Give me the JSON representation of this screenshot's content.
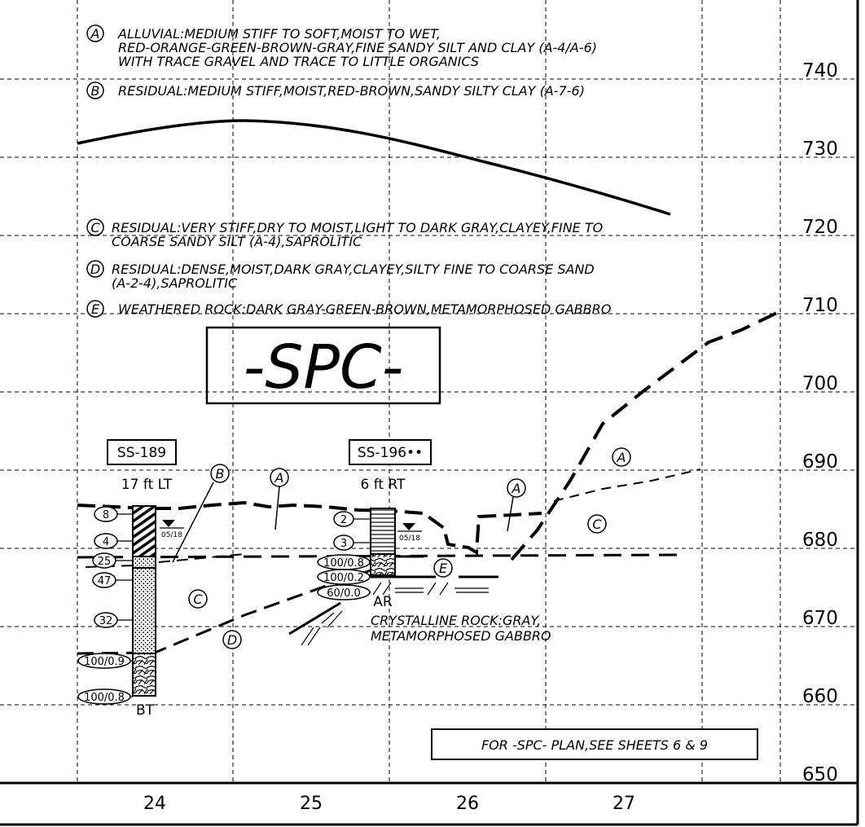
{
  "legend": [
    {
      "letter": "A",
      "lines": [
        "ALLUVIAL:MEDIUM STIFF TO SOFT,MOIST TO WET,",
        "RED-ORANGE-GREEN-BROWN-GRAY,FINE SANDY SILT AND CLAY (A-4/A-6)",
        "WITH TRACE GRAVEL AND TRACE TO LITTLE ORGANICS"
      ]
    },
    {
      "letter": "B",
      "lines": [
        "RESIDUAL:MEDIUM STIFF,MOIST,RED-BROWN,SANDY SILTY CLAY (A-7-6)"
      ]
    },
    {
      "letter": "C",
      "lines": [
        "RESIDUAL:VERY STIFF,DRY TO MOIST,LIGHT TO DARK GRAY,CLAYEY,FINE TO",
        "COARSE SANDY SILT (A-4),SAPROLITIC"
      ]
    },
    {
      "letter": "D",
      "lines": [
        "RESIDUAL:DENSE,MOIST,DARK GRAY,CLAYEY,SILTY FINE TO COARSE SAND",
        "(A-2-4),SAPROLITIC"
      ]
    },
    {
      "letter": "E",
      "lines": [
        "WEATHERED ROCK:DARK GRAY-GREEN-BROWN,METAMORPHOSED GABBRO"
      ]
    }
  ],
  "title_box": "-SPC-",
  "elevations": [
    "740",
    "730",
    "720",
    "710",
    "700",
    "690",
    "680",
    "670",
    "660",
    "650"
  ],
  "stations": [
    "24",
    "25",
    "26",
    "27"
  ],
  "borings": [
    {
      "id": "SS-189",
      "offset": "17 ft LT",
      "water_date": "05/18",
      "bottom_label": "BT",
      "blows": [
        "8",
        "4",
        "25",
        "47",
        "32",
        "100/0.9",
        "100/0.8"
      ]
    },
    {
      "id": "SS-196••",
      "offset": "6 ft RT",
      "water_date": "05/18",
      "bottom_label": "AR",
      "blows": [
        "2",
        "3",
        "100/0.8",
        "100/0.2",
        "60/0.0"
      ]
    }
  ],
  "section_callouts": [
    "A",
    "A",
    "A",
    "B",
    "C",
    "C",
    "D",
    "E",
    "E"
  ],
  "rock_note": [
    "CRYSTALLINE ROCK:GRAY,",
    "METAMORPHOSED GABBRO"
  ],
  "plan_note": "FOR -SPC- PLAN,SEE SHEETS 6 & 9",
  "line_color": "#000000",
  "background_color": "#ffffff"
}
